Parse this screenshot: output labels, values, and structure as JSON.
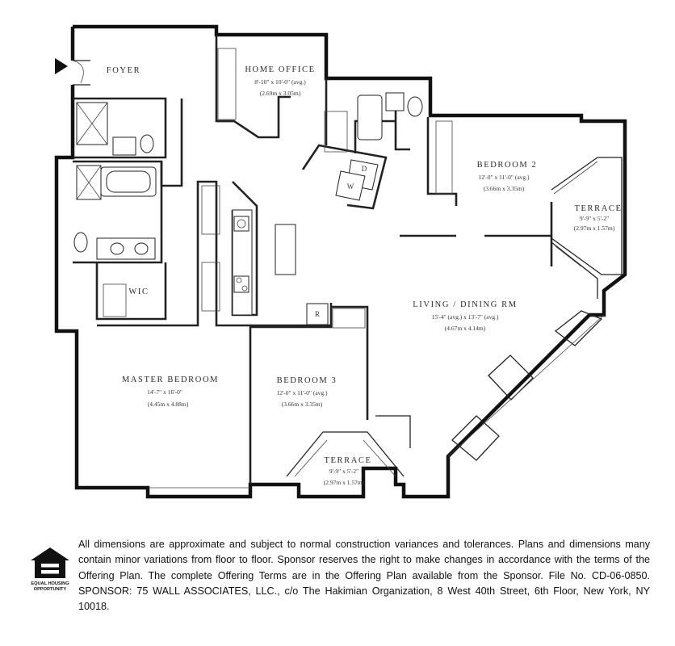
{
  "rooms": {
    "foyer": {
      "name": "FOYER"
    },
    "home_office": {
      "name": "HOME OFFICE",
      "dim": "8'-10\" x 10'-0\" (avg.)",
      "metric": "(2.69m x 3.05m)"
    },
    "bedroom2": {
      "name": "BEDROOM 2",
      "dim": "12'-0\" x 11'-0\" (avg.)",
      "metric": "(3.66m x 3.35m)"
    },
    "terrace_east": {
      "name": "TERRACE",
      "dim": "9'-9\" x 5'-2\"",
      "metric": "(2.97m x 1.57m)"
    },
    "living": {
      "name": "LIVING / DINING RM",
      "dim": "15'-4\" (avg.) x 13'-7\" (avg.)",
      "metric": "(4.67m x 4.14m)"
    },
    "wic": {
      "name": "WIC"
    },
    "master": {
      "name": "MASTER BEDROOM",
      "dim": "14'-7\" x 16'-0\"",
      "metric": "(4.45m x 4.88m)"
    },
    "bedroom3": {
      "name": "BEDROOM 3",
      "dim": "12'-0\" x 11'-0\" (avg.)",
      "metric": "(3.66m x 3.35m)"
    },
    "terrace_south": {
      "name": "TERRACE",
      "dim": "9'-9\" x 5'-2\"",
      "metric": "(2.97m x 1.57m)"
    }
  },
  "fixtures": {
    "dryer": "D",
    "washer": "W",
    "refrigerator": "R"
  },
  "logo": {
    "line1": "EQUAL HOUSING",
    "line2": "OPPORTUNITY"
  },
  "disclaimer": "All dimensions are approximate and subject to normal construction variances and tolerances. Plans and dimensions many contain minor variations from floor to floor. Sponsor reserves the right to make changes in accordance with the terms of the Offering Plan. The complete Offering Terms are in the Offering Plan available from the Sponsor. File No. CD-06-0850. SPONSOR: 75 WALL ASSOCIATES, LLC., c/o The Hakimian Organization, 8 West 40th Street, 6th Floor, New York, NY 10018."
}
